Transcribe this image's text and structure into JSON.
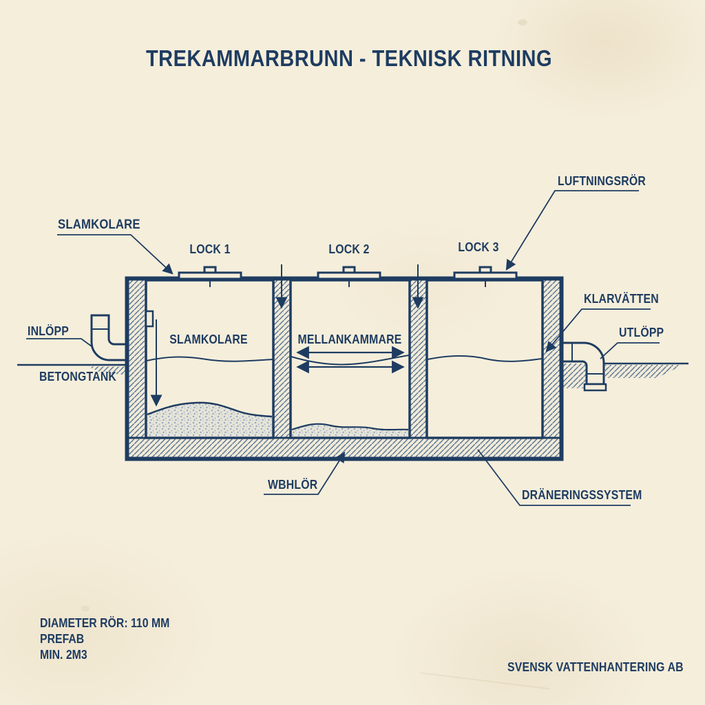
{
  "title": "TREKAMMARBRUNN - TEKNISK RITNING",
  "colors": {
    "ink": "#1e3c61",
    "paper": "#f5eedb",
    "hatch": "#5d7795",
    "sludge_dot": "#9dadc6"
  },
  "diagram": {
    "callouts": {
      "slamkolare": "SLAMKOLARE",
      "luftningsror": "LUFTNINGSRÖR",
      "inlopp": "INLÖPP",
      "betongtank": "BETONGTANK",
      "klarvatten": "KLARVÄTTEN",
      "utlopp": "UTLÖPP",
      "bottom_slab": "WBHLÖR",
      "draneringssystem": "DRÄNERINGSSYSTEM"
    },
    "lids": {
      "lock1": "LOCK 1",
      "lock2": "LOCK 2",
      "lock3": "LOCK 3"
    },
    "chambers": {
      "chamber1": "SLAMKOLARE",
      "chamber2": "MELLANKAMMARE"
    }
  },
  "specs": [
    "DIAMETER RÖR: 110 MM",
    "PREFAB",
    "MIN. 2M3"
  ],
  "footer": "SVENSK VATTENHANTERING AB"
}
